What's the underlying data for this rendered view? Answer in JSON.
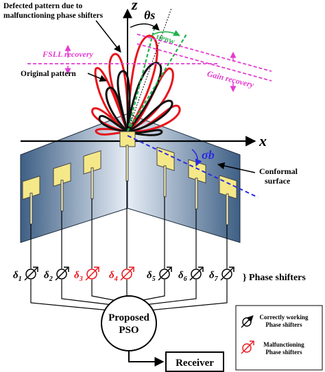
{
  "annotations": {
    "defected_pattern_line1": "Defected pattern due to",
    "defected_pattern_line2": "malfunctioning phase shifters",
    "theta_s": "θs",
    "hpbw": "HPBW",
    "fsll_recovery": "FSLL recovery",
    "gain_recovery": "Gain recovery",
    "original_pattern": "Original pattern",
    "axis_z": "z",
    "axis_x": "x",
    "sigma_b": "σb",
    "conformal_line1": "Conformal",
    "conformal_line2": "surface",
    "phase_shifters": "} Phase shifters",
    "pso_line1": "Proposed",
    "pso_line2": "PSO",
    "receiver": "Receiver"
  },
  "phase_shifters": [
    {
      "label": "δ1",
      "status": "working"
    },
    {
      "label": "δ2",
      "status": "working"
    },
    {
      "label": "δ3",
      "status": "malfunctioning"
    },
    {
      "label": "δ4",
      "status": "malfunctioning"
    },
    {
      "label": "δ5",
      "status": "working"
    },
    {
      "label": "δ6",
      "status": "working"
    },
    {
      "label": "δ7",
      "status": "working"
    }
  ],
  "legend": {
    "working_line1": "Correctly working",
    "working_line2": "Phase shifters",
    "malfunction_line1": "Malfunctioning",
    "malfunction_line2": "Phase shifters"
  },
  "colors": {
    "defected_pattern": "#e8141b",
    "original_pattern": "#111111",
    "hpbw_lines": "#22b14c",
    "recovery_lines": "#e43bd0",
    "sigma_line": "#2a2ae0",
    "malfunction": "#e8141b",
    "patch_fill": "#f5e889",
    "surface_dark": "#3e5f85"
  }
}
